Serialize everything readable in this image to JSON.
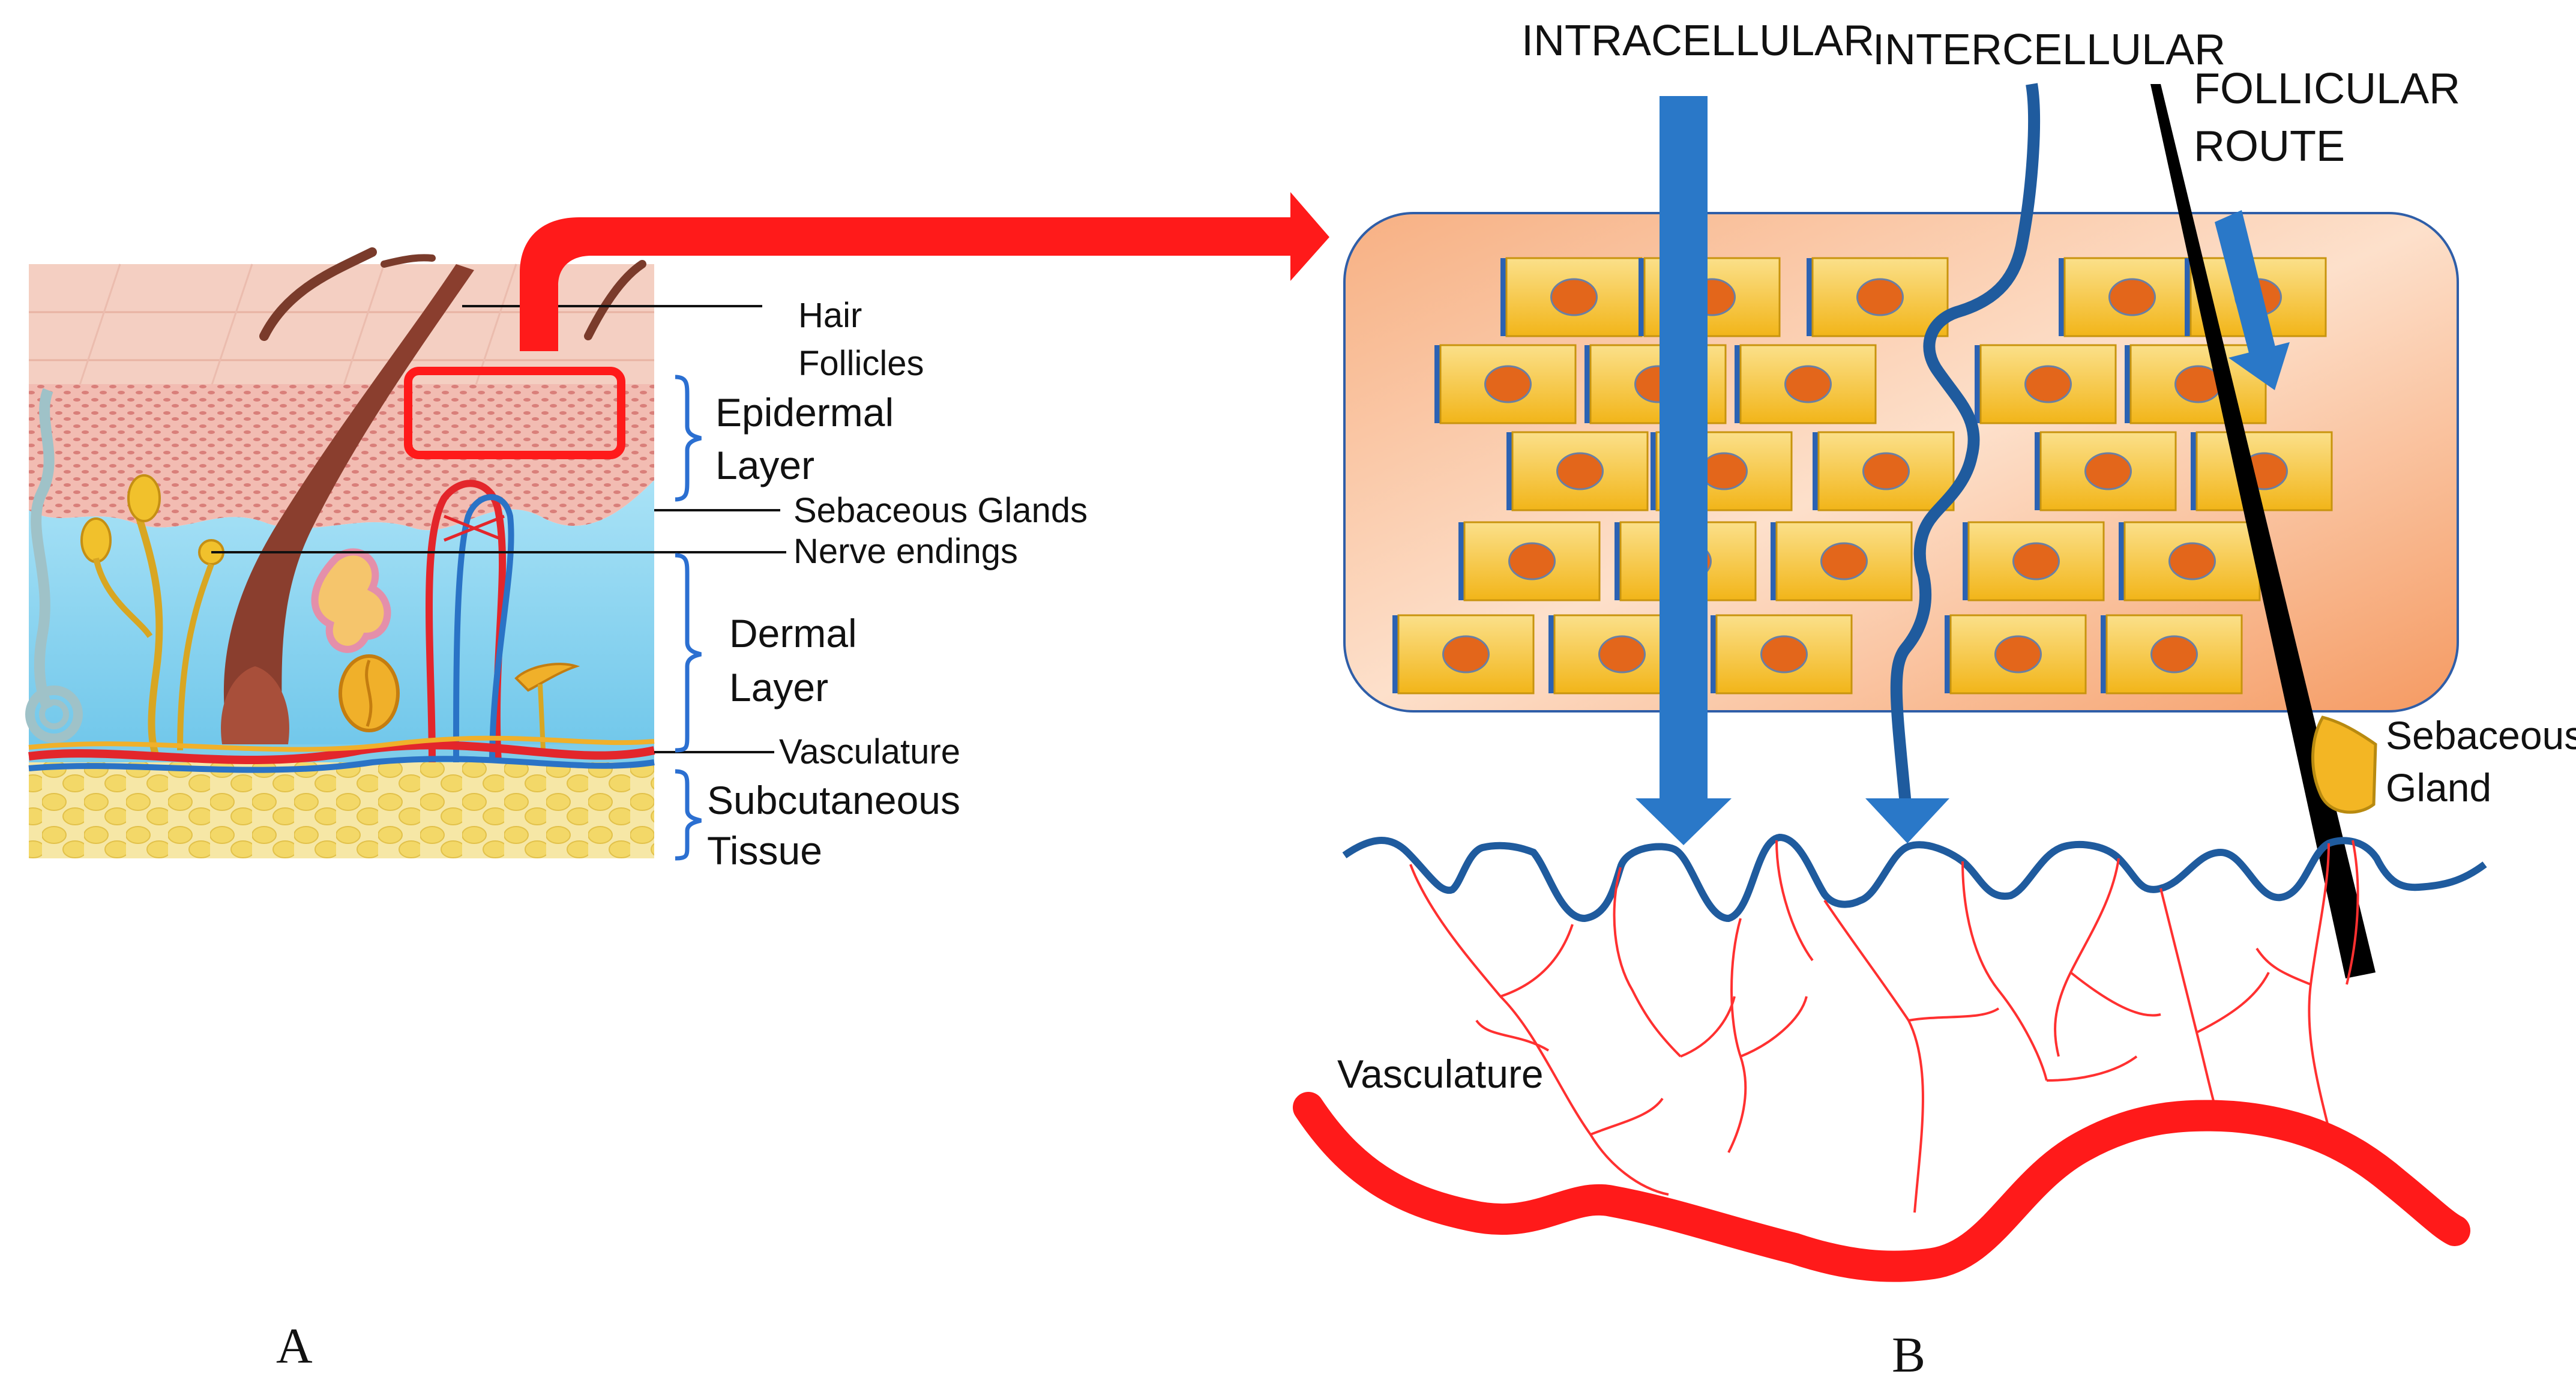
{
  "panel_a": {
    "letter": "A",
    "labels": {
      "hair_line1": "Hair",
      "hair_line2": "Follicles",
      "epidermal_line1": "Epidermal",
      "epidermal_line2": "Layer",
      "sebaceous_glands": "Sebaceous Glands",
      "nerve_endings": "Nerve endings",
      "dermal_line1": "Dermal",
      "dermal_line2": "Layer",
      "vasculature": "Vasculature",
      "subcutaneous_line1": "Subcutaneous",
      "subcutaneous_line2": "Tissue"
    }
  },
  "panel_b": {
    "letter": "B",
    "routes": {
      "intracellular": "INTRACELLULAR",
      "intercellular": "INTERCELLULAR",
      "follicular_line1": "FOLLICULAR",
      "follicular_line2": "ROUTE"
    },
    "labels": {
      "sebaceous_line1": "Sebaceous",
      "sebaceous_line2": "Gland",
      "vasculature": "Vasculature"
    }
  },
  "colors": {
    "skin_pink": "#f3c4b6",
    "epidermis": "#e8a7a0",
    "dermis_blue": "#8fd3ef",
    "fat_yellow": "#f4e08a",
    "callout_red": "#ff1a1a",
    "route_blue": "#2a78c8",
    "dark_blue": "#1f5b9e",
    "cell_yellow": "#f7c634",
    "nucleus_orange": "#e3661b",
    "tissue_orange": "#f6a66e",
    "bracket_blue": "#2b6fd1"
  }
}
